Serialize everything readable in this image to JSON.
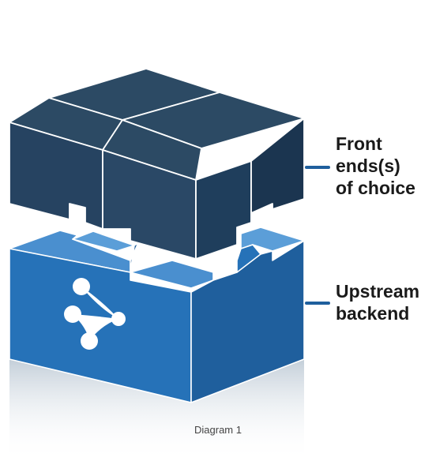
{
  "labels": {
    "front": "Front\nends(s)\nof choice",
    "backend": "Upstream\nbackend"
  },
  "caption": "Diagram 1",
  "colors": {
    "front_top": "#2c4a64",
    "front_side": "#243f57",
    "front_shadow": "#1c3247",
    "back_top": "#4a8fcf",
    "back_front": "#2672b8",
    "back_side": "#1f5f9d",
    "edge": "#ffffff",
    "connector": "#1f5f9d",
    "logo": "#ffffff"
  },
  "icons": {
    "backend_logo": "network-node-icon"
  }
}
